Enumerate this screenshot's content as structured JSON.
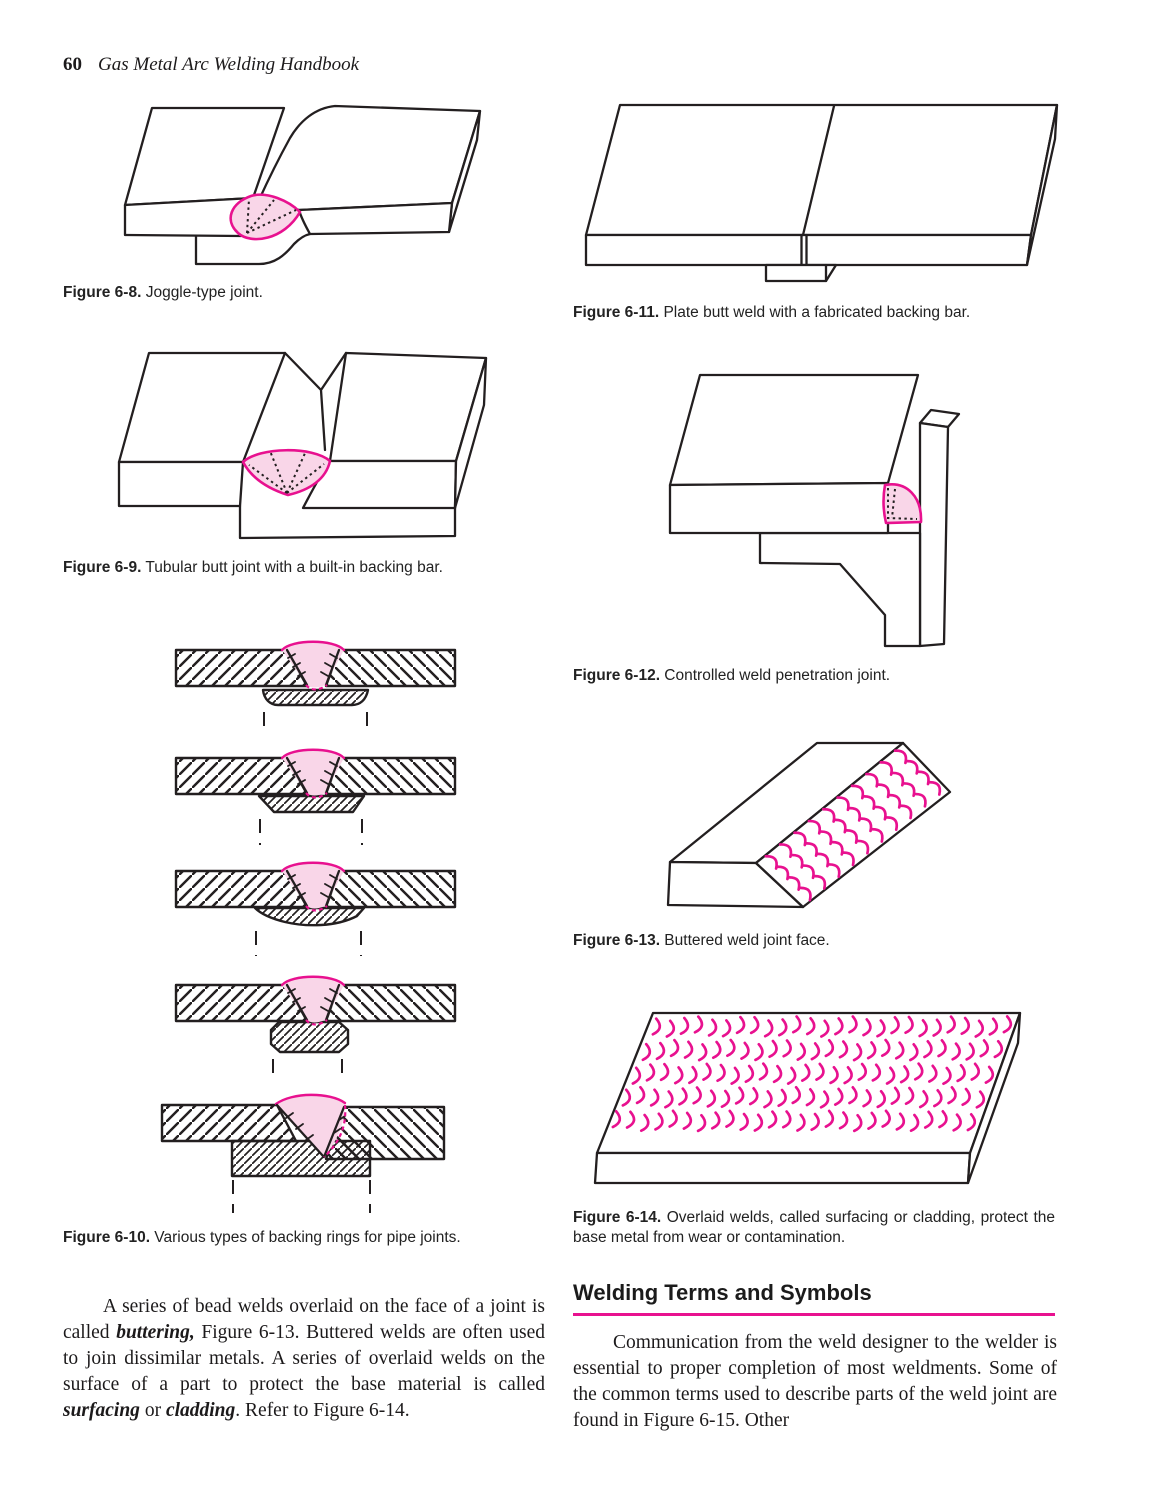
{
  "page_header": {
    "page_number": "60",
    "book_title": "Gas Metal Arc Welding Handbook"
  },
  "figures": {
    "fig68": {
      "label": "Figure 6-8.",
      "text": " Joggle-type joint."
    },
    "fig69": {
      "label": "Figure 6-9.",
      "text": " Tubular butt joint with a built-in backing bar."
    },
    "fig610": {
      "label": "Figure 6-10.",
      "text": " Various types of backing rings for pipe joints."
    },
    "fig611": {
      "label": "Figure 6-11.",
      "text": " Plate butt weld with a fabricated backing bar."
    },
    "fig612": {
      "label": "Figure 6-12.",
      "text": " Controlled weld penetration joint."
    },
    "fig613": {
      "label": "Figure 6-13.",
      "text": " Buttered weld joint face."
    },
    "fig614": {
      "label": "Figure 6-14.",
      "text": " Overlaid welds, called surfacing or cladding, protect the base metal from wear or contamination."
    }
  },
  "left_paragraph": {
    "p1": "A series of bead welds overlaid on the face of a joint is called ",
    "em1": "buttering,",
    "p2": " Figure 6-13. Buttered welds are often used to join dissimilar metals. A series of overlaid welds on the surface of a part to protect the base material is called ",
    "em2": "surfacing",
    "p3": " or ",
    "em3": "cladding",
    "p4": ". Refer to Figure 6-14."
  },
  "section": {
    "heading": "Welding Terms and Symbols",
    "paragraph": "Communication from the weld designer to the welder is essential to proper completion of most weldments. Some of the common terms used to describe parts of the weld joint are found in Figure 6-15. Other"
  },
  "colors": {
    "accent": "#e8118f",
    "weld-fill": "#f9d6e8",
    "ink": "#231f20"
  }
}
